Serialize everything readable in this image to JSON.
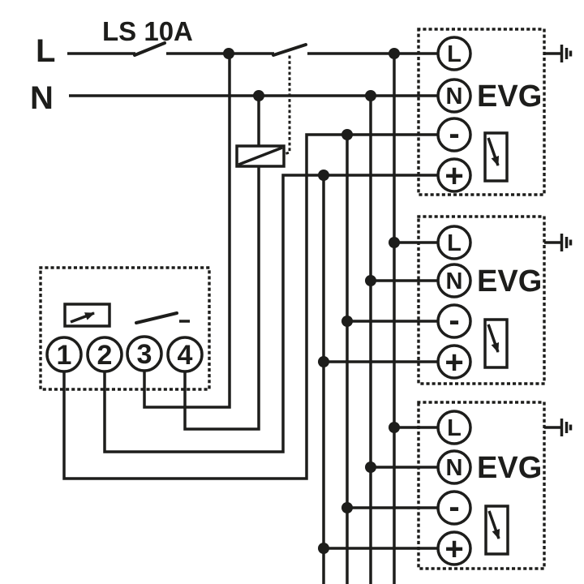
{
  "colors": {
    "ink": "#1d1d1b",
    "background": "#ffffff"
  },
  "labels": {
    "live": "L",
    "neutral": "N",
    "breaker": "LS 10A"
  },
  "icons": {
    "relay_coil": "rectangle-with-diagonal",
    "mechanical_linkage": "dotted-line",
    "dimmer": "rectangle-with-diagonal-arrow",
    "switch_contact": "angled-blade-contact",
    "earth_ground": "rotated-earth-bars",
    "junction": "filled-dot"
  },
  "control_unit": {
    "terminals": [
      "1",
      "2",
      "3",
      "4"
    ]
  },
  "ballasts": [
    {
      "label": "EVG",
      "terminals": {
        "live": "L",
        "neutral": "N",
        "minus": "-",
        "plus": "+"
      }
    },
    {
      "label": "EVG",
      "terminals": {
        "live": "L",
        "neutral": "N",
        "minus": "-",
        "plus": "+"
      }
    },
    {
      "label": "EVG",
      "terminals": {
        "live": "L",
        "neutral": "N",
        "minus": "-",
        "plus": "+"
      }
    }
  ]
}
